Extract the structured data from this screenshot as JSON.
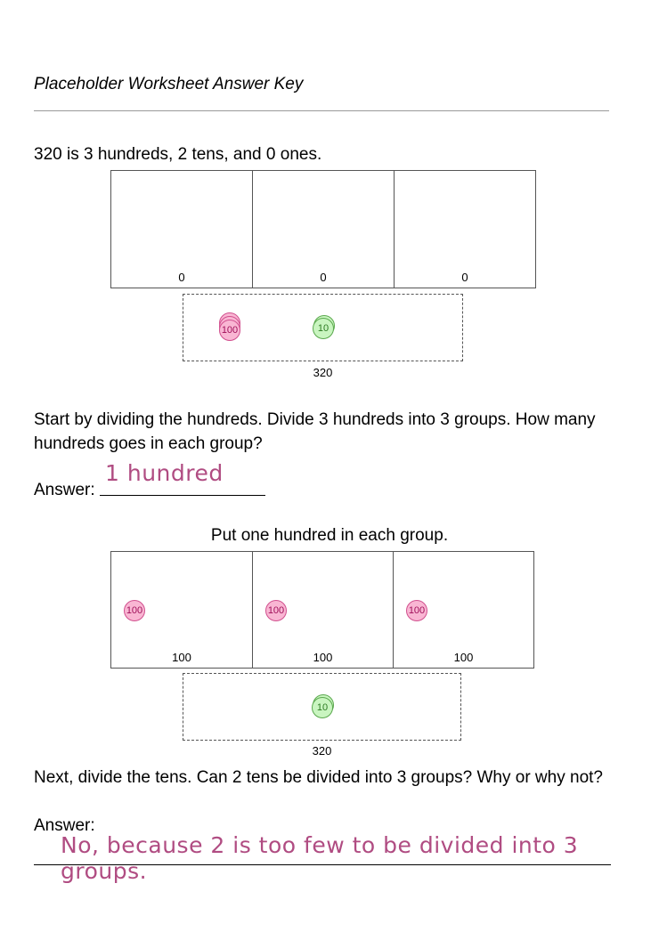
{
  "header": {
    "title": "Placeholder Worksheet Answer Key"
  },
  "intro": {
    "text": "320 is 3 hundreds, 2 tens, and 0 ones."
  },
  "diagram1": {
    "cells": [
      "0",
      "0",
      "0"
    ],
    "pool_label": "320",
    "hundred_coin": "100",
    "ten_coin": "10"
  },
  "question1": {
    "text": "Start by dividing the hundreds. Divide 3 hundreds into 3 groups. How many hundreds goes in each group?",
    "answer_label": "Answer:",
    "answer_value": "1 hundred"
  },
  "instruction2": {
    "text": "Put one hundred in each group."
  },
  "diagram2": {
    "cells": [
      "100",
      "100",
      "100"
    ],
    "cell_coin": "100",
    "pool_label": "320",
    "ten_coin": "10"
  },
  "question2": {
    "text": "Next, divide the tens. Can 2 tens be divided into 3 groups? Why or why not?",
    "answer_label": "Answer:",
    "answer_value": "No, because 2 is too few to be divided into 3 groups."
  }
}
